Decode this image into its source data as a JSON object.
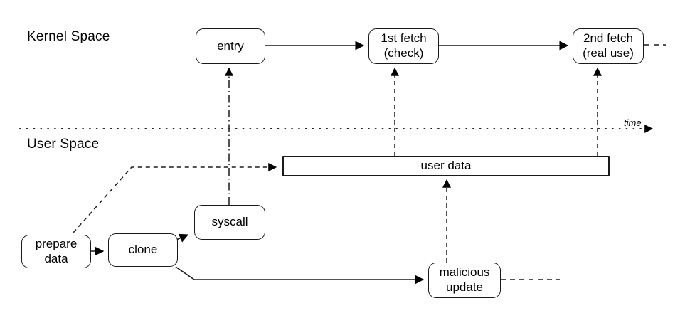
{
  "labels": {
    "kernel_space": "Kernel Space",
    "user_space": "User Space",
    "time": "time"
  },
  "nodes": {
    "entry": {
      "label": "entry"
    },
    "first_fetch": {
      "line1": "1st fetch",
      "line2": "(check)"
    },
    "second_fetch": {
      "line1": "2nd fetch",
      "line2": "(real use)"
    },
    "user_data": {
      "label": "user data"
    },
    "syscall": {
      "label": "syscall"
    },
    "prepare_data": {
      "line1": "prepare",
      "line2": "data"
    },
    "clone": {
      "label": "clone"
    },
    "malicious_update": {
      "line1": "malicious",
      "line2": "update"
    }
  },
  "edges": [
    {
      "from": "entry",
      "to": "first_fetch",
      "style": "solid-arrow"
    },
    {
      "from": "first_fetch",
      "to": "second_fetch",
      "style": "solid-arrow"
    },
    {
      "from": "second_fetch",
      "to": "offscreen-right",
      "style": "dashed"
    },
    {
      "from": "syscall",
      "to": "entry",
      "style": "dash-dot-arrow"
    },
    {
      "from": "user_data",
      "to": "first_fetch",
      "style": "dashed-arrow"
    },
    {
      "from": "user_data",
      "to": "second_fetch",
      "style": "dashed-arrow"
    },
    {
      "from": "malicious_update",
      "to": "user_data",
      "style": "dashed-arrow"
    },
    {
      "from": "prepare_data",
      "to": "user_data",
      "style": "dashed-arrow"
    },
    {
      "from": "prepare_data",
      "to": "clone",
      "style": "solid-arrow"
    },
    {
      "from": "clone",
      "to": "syscall",
      "style": "solid-arrow"
    },
    {
      "from": "clone",
      "to": "malicious_update",
      "style": "solid-arrow"
    },
    {
      "from": "malicious_update",
      "to": "offscreen-right",
      "style": "dashed"
    },
    {
      "axis": "time",
      "style": "dotted-arrow"
    }
  ],
  "colors": {
    "stroke": "#000000",
    "box_fill": "#ffffff",
    "background": "#ffffff"
  }
}
